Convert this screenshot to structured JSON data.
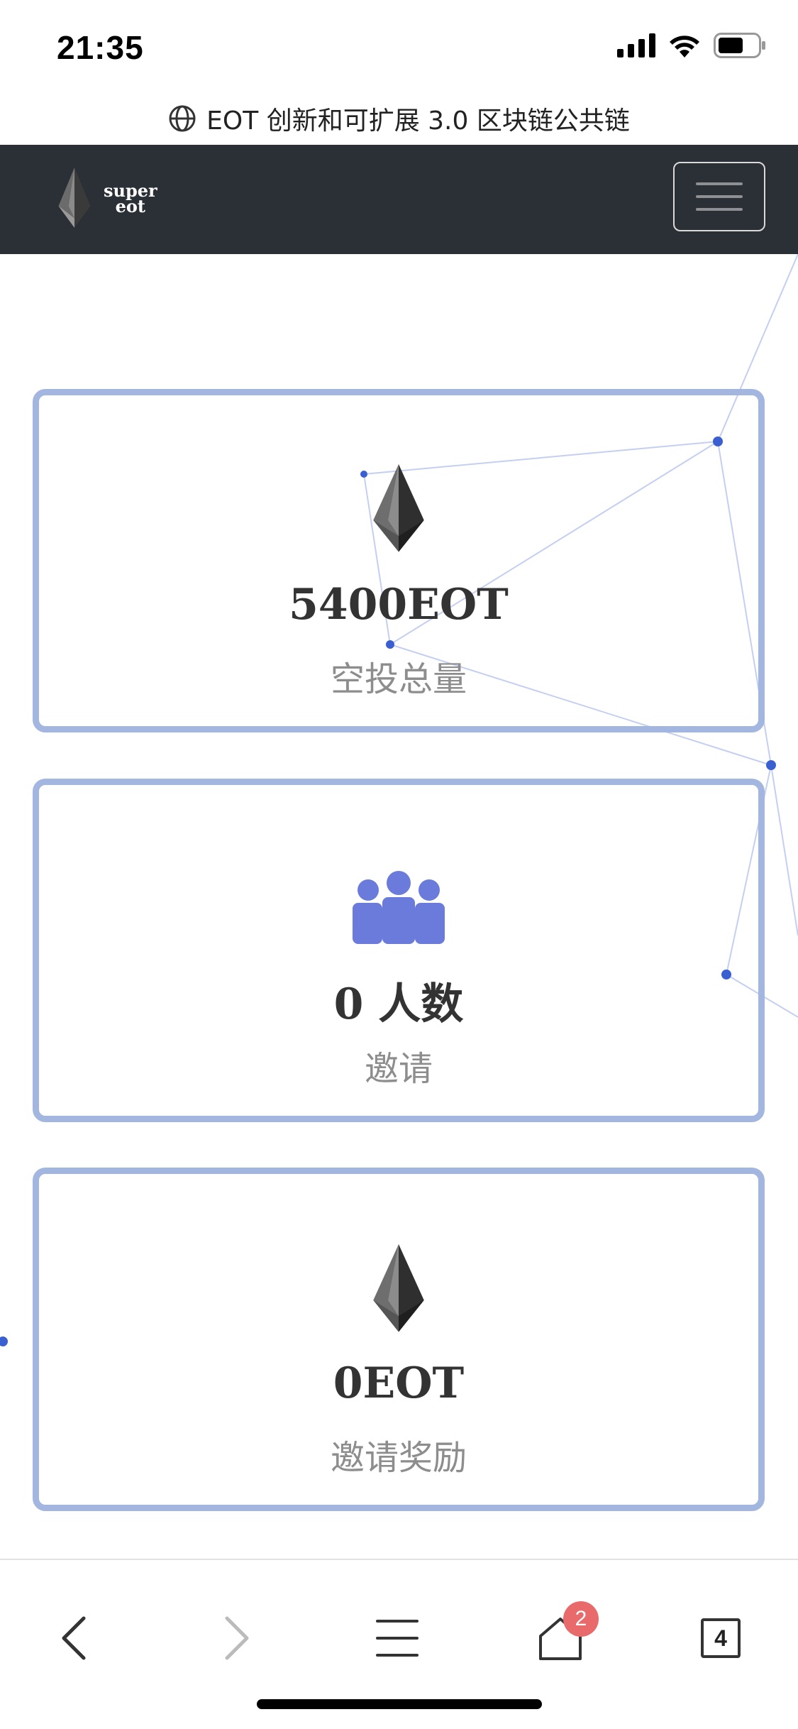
{
  "status": {
    "time": "21:35"
  },
  "browser": {
    "url": "EOT 创新和可扩展 3.0 区块链公共链"
  },
  "navbar": {
    "brand_line1": "super",
    "brand_line2": "eot"
  },
  "cards": [
    {
      "value": "5400EOT",
      "label": "空投总量",
      "icon": "eot-logo-icon"
    },
    {
      "value": "0 人数",
      "label": "邀请",
      "icon": "users-icon"
    },
    {
      "value": "0EOT",
      "label": "邀请奖励",
      "icon": "eot-logo-icon"
    }
  ],
  "toolbar": {
    "home_badge": "2",
    "tab_count": "4"
  },
  "colors": {
    "navbar_bg": "#2b2f36",
    "card_border": "#a3b6e0",
    "users_icon": "#6a7bdc",
    "badge": "#e86a6a",
    "network_line": "#3a5fd0"
  }
}
